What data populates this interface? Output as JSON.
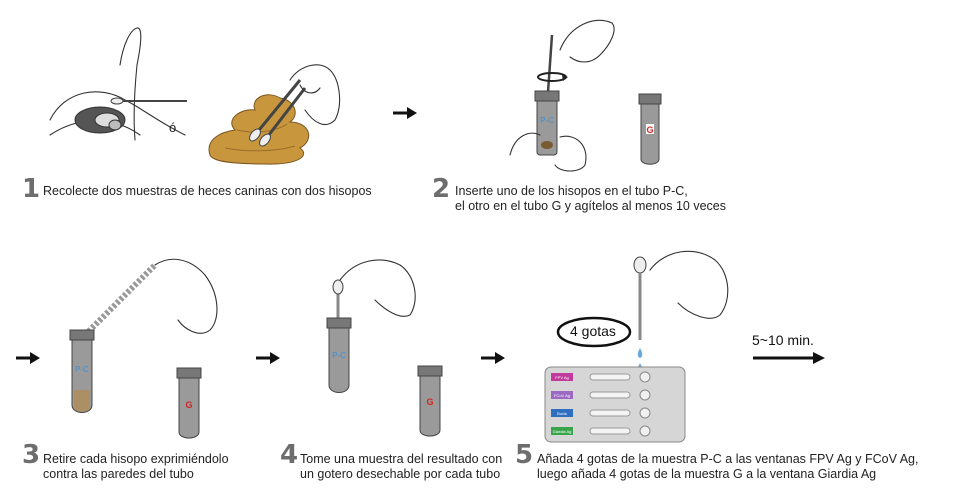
{
  "steps": [
    {
      "number": "1",
      "line1": "Recolecte dos muestras de heces caninas con dos hisopos",
      "line2": ""
    },
    {
      "number": "2",
      "line1": "Inserte uno de los hisopos en el tubo P-C,",
      "line2": "el otro en el tubo G y agítelos al menos 10 veces"
    },
    {
      "number": "3",
      "line1": "Retire cada hisopo exprimiéndolo",
      "line2": "contra las paredes del tubo"
    },
    {
      "number": "4",
      "line1": "Tome una muestra del resultado con",
      "line2": "un gotero desechable por cada tubo"
    },
    {
      "number": "5",
      "line1": "Añada 4 gotas de la muestra P-C a las ventanas FPV Ag y FCoV Ag,",
      "line2": "luego añada 4 gotas de la muestra G a la ventana Giardia Ag"
    }
  ],
  "or_label": "ó",
  "tube_labels": {
    "pc": "P-C",
    "g": "G"
  },
  "drops_label": "4 gotas",
  "time_label": "5~10 min.",
  "test_windows": [
    "FPV Ag",
    "FCoV Ag",
    "Bovis",
    "Giardia Ag"
  ],
  "colors": {
    "tube_g_label": "#d4231f",
    "tube_pc_label": "#3d8fd6",
    "stool": "#c8963d",
    "drop": "#6aa9dc"
  }
}
